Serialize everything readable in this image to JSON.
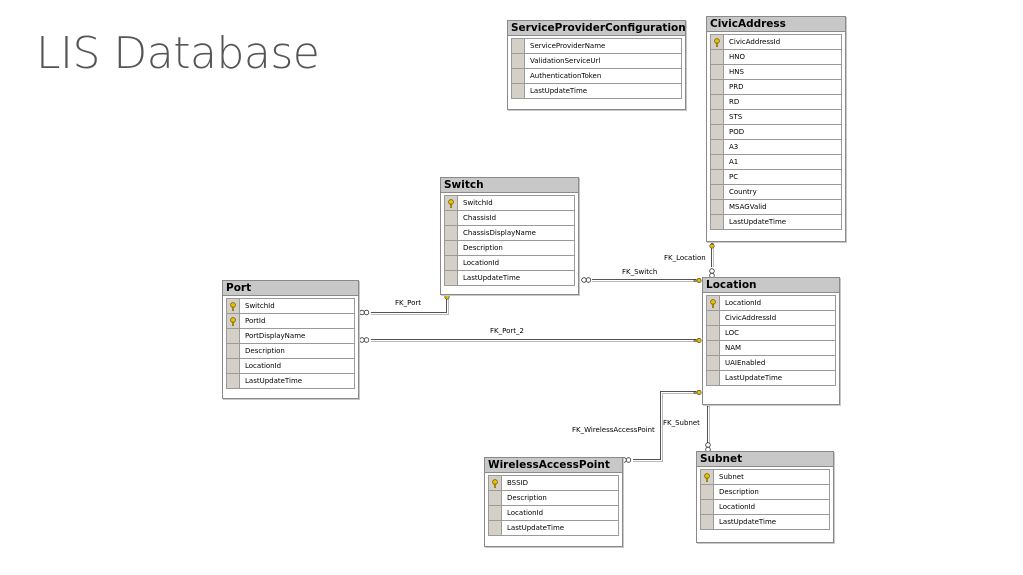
{
  "page": {
    "title": "LIS Database"
  },
  "tables": {
    "spc": {
      "name": "ServiceProviderConfiguration",
      "columns": [
        {
          "name": "ServiceProviderName",
          "key": false
        },
        {
          "name": "ValidationServiceUrl",
          "key": false
        },
        {
          "name": "AuthenticationToken",
          "key": false
        },
        {
          "name": "LastUpdateTime",
          "key": false
        }
      ]
    },
    "civic": {
      "name": "CivicAddress",
      "columns": [
        {
          "name": "CivicAddressId",
          "key": true
        },
        {
          "name": "HNO",
          "key": false
        },
        {
          "name": "HNS",
          "key": false
        },
        {
          "name": "PRD",
          "key": false
        },
        {
          "name": "RD",
          "key": false
        },
        {
          "name": "STS",
          "key": false
        },
        {
          "name": "POD",
          "key": false
        },
        {
          "name": "A3",
          "key": false
        },
        {
          "name": "A1",
          "key": false
        },
        {
          "name": "PC",
          "key": false
        },
        {
          "name": "Country",
          "key": false
        },
        {
          "name": "MSAGValid",
          "key": false
        },
        {
          "name": "LastUpdateTime",
          "key": false
        }
      ]
    },
    "switch": {
      "name": "Switch",
      "columns": [
        {
          "name": "SwitchId",
          "key": true
        },
        {
          "name": "ChassisId",
          "key": false
        },
        {
          "name": "ChassisDisplayName",
          "key": false
        },
        {
          "name": "Description",
          "key": false
        },
        {
          "name": "LocationId",
          "key": false
        },
        {
          "name": "LastUpdateTime",
          "key": false
        }
      ]
    },
    "port": {
      "name": "Port",
      "columns": [
        {
          "name": "SwitchId",
          "key": true
        },
        {
          "name": "PortId",
          "key": true
        },
        {
          "name": "PortDisplayName",
          "key": false
        },
        {
          "name": "Description",
          "key": false
        },
        {
          "name": "LocationId",
          "key": false
        },
        {
          "name": "LastUpdateTime",
          "key": false
        }
      ]
    },
    "location": {
      "name": "Location",
      "columns": [
        {
          "name": "LocationId",
          "key": true
        },
        {
          "name": "CivicAddressId",
          "key": false
        },
        {
          "name": "LOC",
          "key": false
        },
        {
          "name": "NAM",
          "key": false
        },
        {
          "name": "UAIEnabled",
          "key": false
        },
        {
          "name": "LastUpdateTime",
          "key": false
        }
      ]
    },
    "wap": {
      "name": "WirelessAccessPoint",
      "columns": [
        {
          "name": "BSSID",
          "key": true
        },
        {
          "name": "Description",
          "key": false
        },
        {
          "name": "LocationId",
          "key": false
        },
        {
          "name": "LastUpdateTime",
          "key": false
        }
      ]
    },
    "subnet": {
      "name": "Subnet",
      "columns": [
        {
          "name": "Subnet",
          "key": true
        },
        {
          "name": "Description",
          "key": false
        },
        {
          "name": "LocationId",
          "key": false
        },
        {
          "name": "LastUpdateTime",
          "key": false
        }
      ]
    }
  },
  "relationships": {
    "fk_port": "FK_Port",
    "fk_port_2": "FK_Port_2",
    "fk_switch": "FK_Switch",
    "fk_location": "FK_Location",
    "fk_wap": "FK_WirelessAccessPoint",
    "fk_subnet": "FK_Subnet"
  },
  "colors": {
    "title_bar": "#c8c8c8",
    "connector": "#555555",
    "key_icon": "#e8c000"
  }
}
